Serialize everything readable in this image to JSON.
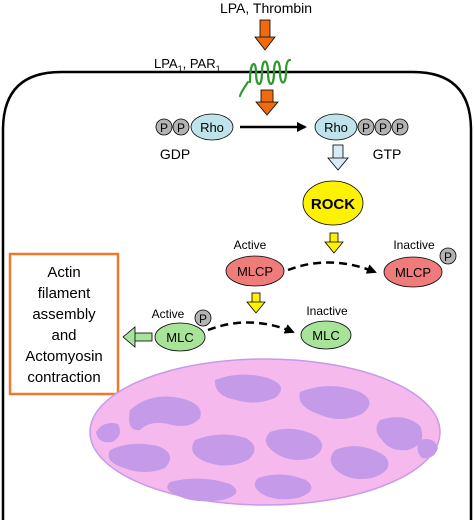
{
  "ligands": "LPA, Thrombin",
  "receptor": {
    "main": "LPA",
    "sub1": "1",
    "sep": ", PAR",
    "sub2": "1"
  },
  "rho_gdp": {
    "p1": "P",
    "p2": "P",
    "protein": "Rho",
    "label": "GDP"
  },
  "rho_gtp": {
    "protein": "Rho",
    "p1": "P",
    "p2": "P",
    "p3": "P",
    "label": "GTP"
  },
  "rock": "ROCK",
  "mlcp_active": {
    "state": "Active",
    "name": "MLCP"
  },
  "mlcp_inactive": {
    "state": "Inactive",
    "name": "MLCP",
    "p": "P"
  },
  "mlc_active": {
    "state": "Active",
    "name": "MLC",
    "p": "P"
  },
  "mlc_inactive": {
    "state": "Inactive",
    "name": "MLC"
  },
  "outcome": [
    "Actin",
    "filament",
    "assembly",
    "and",
    "Actomyosin",
    "contraction"
  ],
  "colors": {
    "phosphate": "#b3b3b3",
    "rho": "#bfe3ea",
    "rock": "#fff200",
    "mlcp": "#f07b7b",
    "mlc": "#a8e39a",
    "outcome_border": "#f0782a",
    "nucleus_light": "#f6b9ee",
    "nucleus_dark": "#c59be9",
    "receptor": "#2c9a2c",
    "orange_arrow": "#f06a10",
    "blue_arrow": "#d7ebf7",
    "yellow_arrow": "#fff200",
    "green_arrow": "#a8e39a"
  }
}
